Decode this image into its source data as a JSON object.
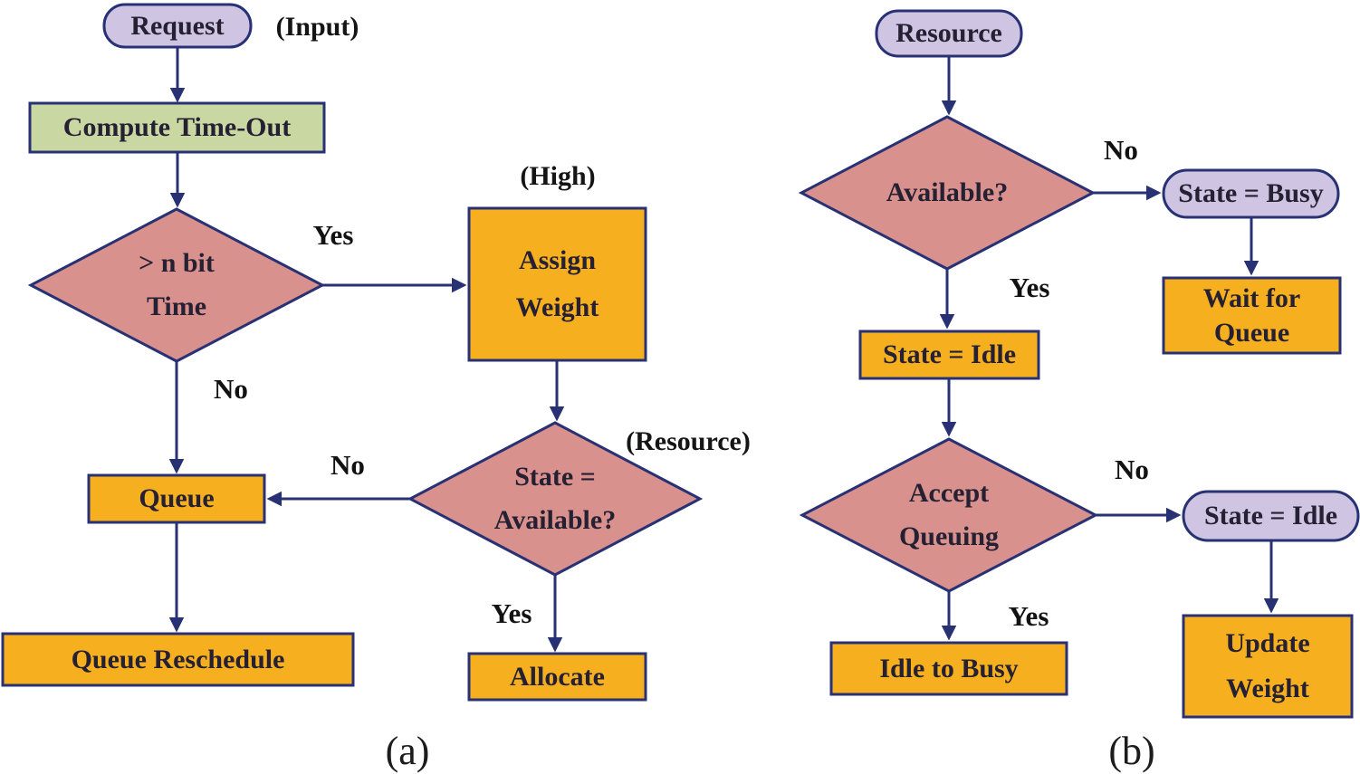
{
  "colors": {
    "border_navy": "#283173",
    "arrow_navy": "#283173",
    "terminal_fill": "#cfc5e3",
    "process_green_fill": "#c9d8a2",
    "process_gold_fill": "#f6b01f",
    "decision_fill": "#d9918d"
  },
  "a": {
    "caption": "(a)",
    "annotations": {
      "input": "(Input)",
      "high": "(High)",
      "resource": "(Resource)"
    },
    "edges": {
      "yes_to_assign": "Yes",
      "no_down_to_queue": "No",
      "no_side_to_queue": "No",
      "yes_to_allocate": "Yes"
    },
    "nodes": {
      "request": {
        "text": "Request"
      },
      "compute_timeout": {
        "text": "Compute Time-Out"
      },
      "n_bit_time": {
        "line1": "> n bit",
        "line2": "Time"
      },
      "assign_weight": {
        "line1": "Assign",
        "line2": "Weight"
      },
      "state_available": {
        "line1": "State =",
        "line2": "Available?"
      },
      "queue": {
        "text": "Queue"
      },
      "queue_reschedule": {
        "text": "Queue Reschedule"
      },
      "allocate": {
        "text": "Allocate"
      }
    }
  },
  "b": {
    "caption": "(b)",
    "edges": {
      "no_to_busy": "No",
      "yes_to_idle": "Yes",
      "no_to_idle": "No",
      "yes_to_busy": "Yes"
    },
    "nodes": {
      "resource": {
        "text": "Resource"
      },
      "available": {
        "text": "Available?"
      },
      "state_busy": {
        "text": "State = Busy"
      },
      "wait_for_queue": {
        "line1": "Wait for",
        "line2": "Queue"
      },
      "state_idle": {
        "text": "State = Idle"
      },
      "accept_queuing": {
        "line1": "Accept",
        "line2": "Queuing"
      },
      "state_idle_terminal": {
        "text": "State = Idle"
      },
      "update_weight": {
        "line1": "Update",
        "line2": "Weight"
      },
      "idle_to_busy": {
        "text": "Idle to Busy"
      }
    }
  }
}
